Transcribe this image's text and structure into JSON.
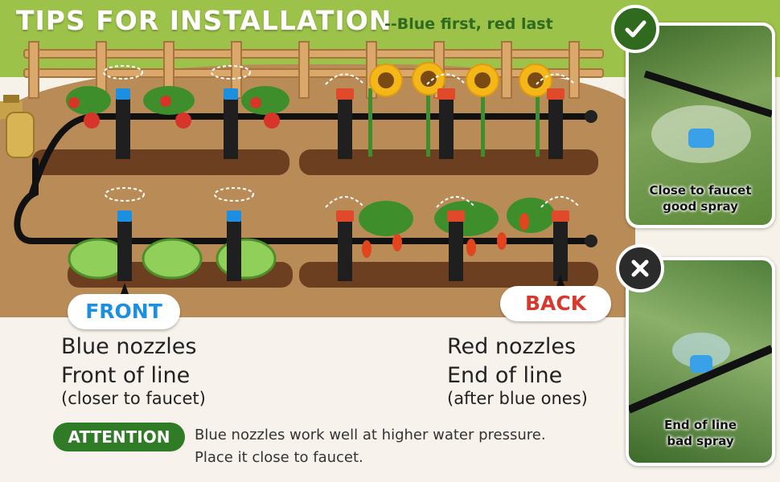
{
  "header": {
    "title": "TIPS FOR INSTALLATION",
    "subtitle": "--Blue first, red last"
  },
  "labels": {
    "front": "FRONT",
    "back": "BACK"
  },
  "front_text": {
    "line1": "Blue nozzles",
    "line2": "Front of line",
    "line3": "(closer to faucet)"
  },
  "back_text": {
    "line1": "Red nozzles",
    "line2": "End of line",
    "line3": "(after blue ones)"
  },
  "attention": {
    "label": "ATTENTION",
    "line1": "Blue nozzles work well at higher water pressure.",
    "line2": "Place it close to faucet."
  },
  "photos": {
    "good": {
      "line1": "Close to faucet",
      "line2": "good spray",
      "icon": "checkmark-icon"
    },
    "bad": {
      "line1": "End of line",
      "line2": "bad spray",
      "icon": "cross-icon"
    }
  },
  "colors": {
    "blue_nozzle": "#1c8fe0",
    "red_nozzle": "#e04a2a",
    "accent_green": "#2f6a1e",
    "soil": "#6b3f1f"
  }
}
